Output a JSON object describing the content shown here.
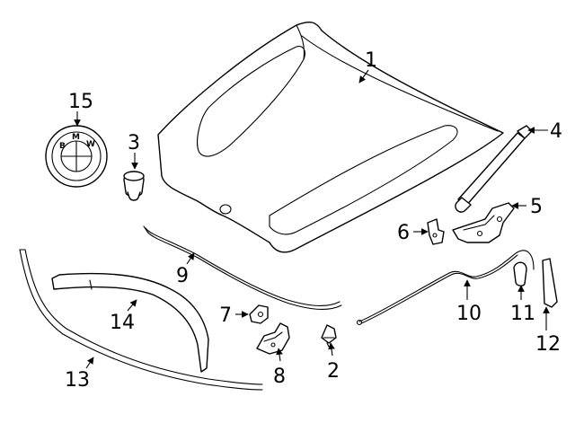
{
  "diagram": {
    "callouts": {
      "c1": "1",
      "c2": "2",
      "c3": "3",
      "c4": "4",
      "c5": "5",
      "c6": "6",
      "c7": "7",
      "c8": "8",
      "c9": "9",
      "c10": "10",
      "c11": "11",
      "c12": "12",
      "c13": "13",
      "c14": "14",
      "c15": "15"
    },
    "emblem_letters": [
      "B",
      "M",
      "W"
    ],
    "colors": {
      "line": "#000000",
      "background": "#ffffff"
    }
  }
}
